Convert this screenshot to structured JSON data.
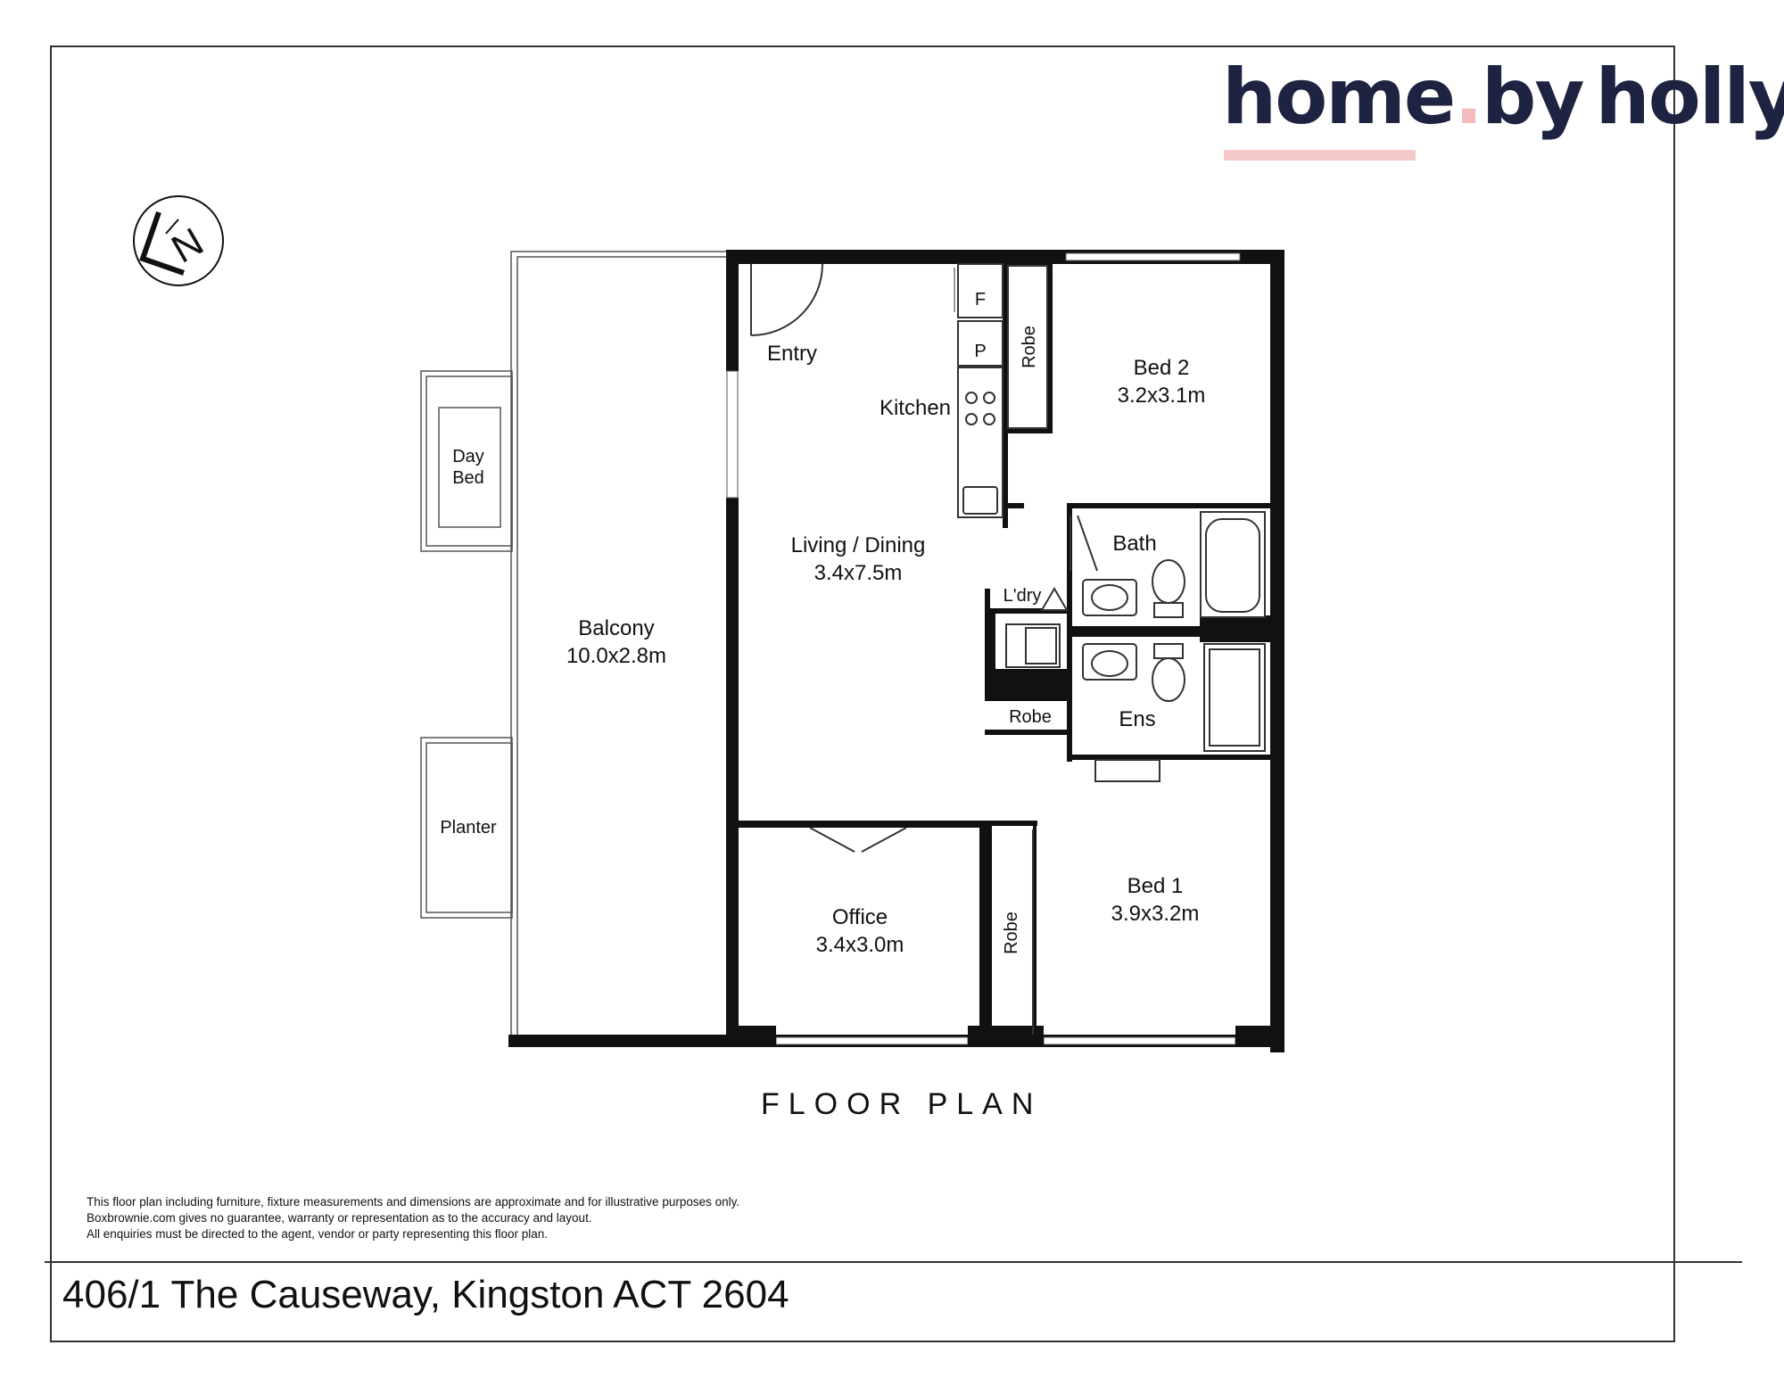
{
  "brand": {
    "part1": "home",
    "dot": ".",
    "part2": "by",
    "part3": "holly"
  },
  "compass": {
    "letter": "N"
  },
  "rooms": {
    "entry": "Entry",
    "kitchen": "Kitchen",
    "fridge": "F",
    "pantry": "P",
    "robe_bed2": "Robe",
    "bed2_name": "Bed 2",
    "bed2_size": "3.2x3.1m",
    "living_name": "Living / Dining",
    "living_size": "3.4x7.5m",
    "bath": "Bath",
    "laundry": "L'dry",
    "ensuite": "Ens",
    "robe_hall": "Robe",
    "balcony_name": "Balcony",
    "balcony_size": "10.0x2.8m",
    "daybed_line1": "Day",
    "daybed_line2": "Bed",
    "planter": "Planter",
    "office_name": "Office",
    "office_size": "3.4x3.0m",
    "robe_bed1": "Robe",
    "bed1_name": "Bed 1",
    "bed1_size": "3.9x3.2m"
  },
  "plan_title": "FLOOR PLAN",
  "disclaimer": [
    "This floor plan including furniture, fixture measurements and dimensions are approximate and for illustrative purposes only.",
    "Boxbrownie.com gives no guarantee, warranty or representation as to the accuracy and layout.",
    "All enquiries must be directed to the agent, vendor or party representing this floor plan."
  ],
  "address": "406/1 The Causeway, Kingston ACT 2604"
}
